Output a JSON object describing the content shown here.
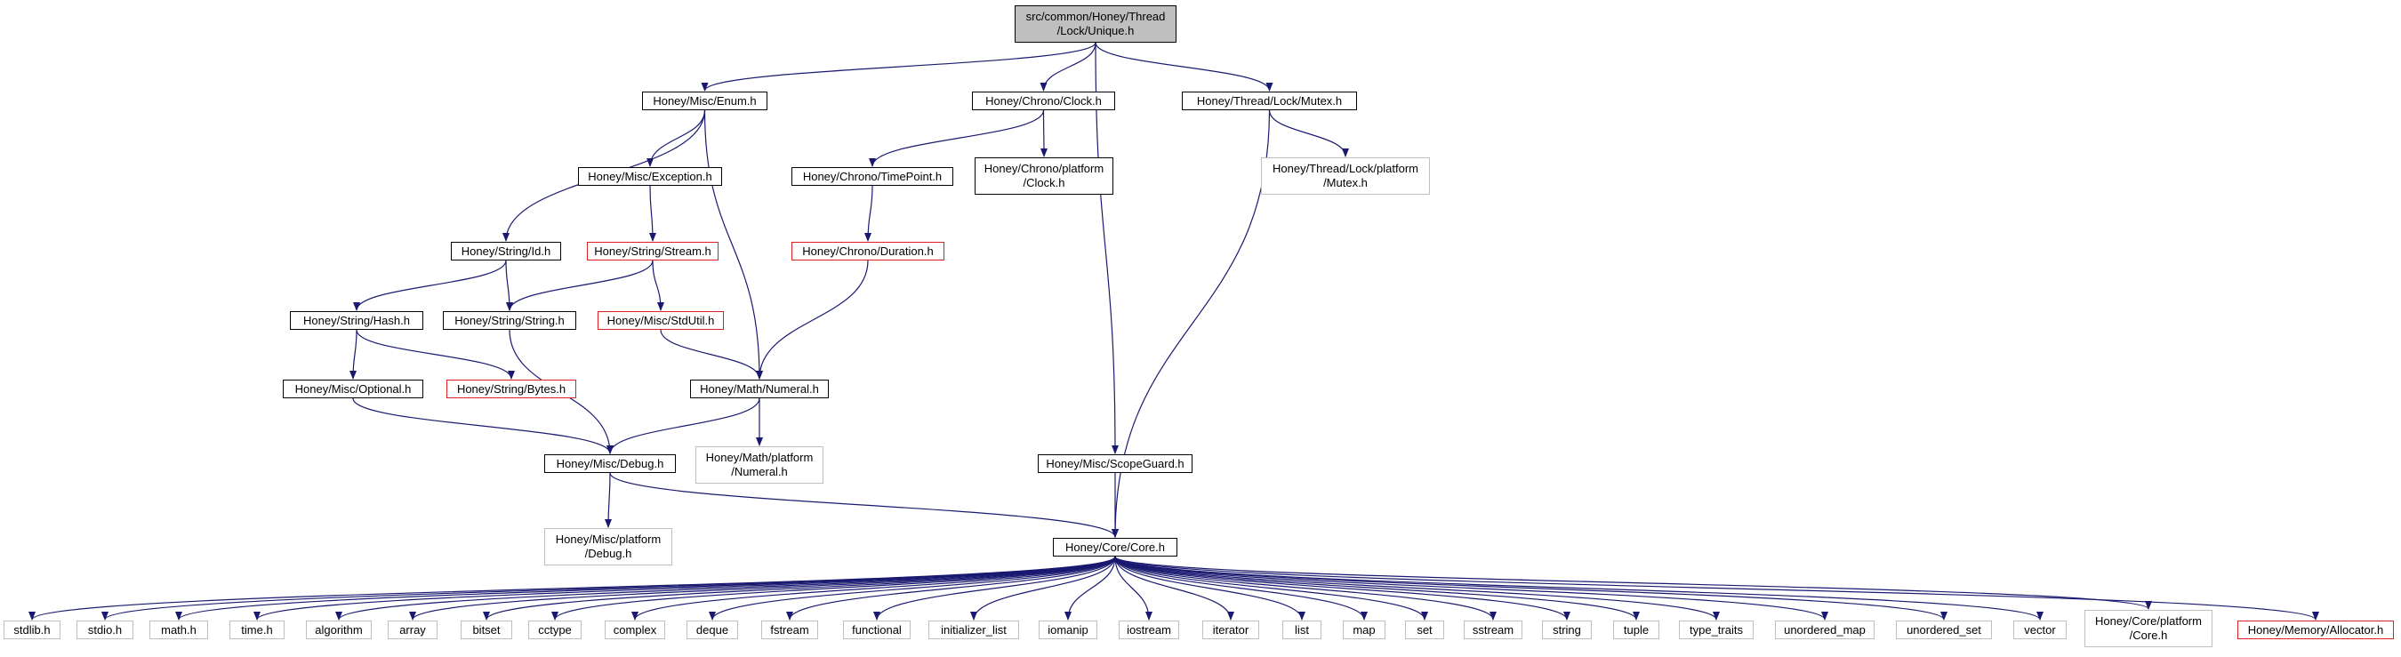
{
  "colors": {
    "edge": "#191970",
    "normal_border": "#000000",
    "red_border": "#e02020",
    "gray_border": "#bfbfbf",
    "root_fill": "#bfbfbf"
  },
  "nodes": {
    "root": {
      "label": "src/common/Honey/Thread\n/Lock/Unique.h",
      "style": "root"
    },
    "misc_enum": {
      "label": "Honey/Misc/Enum.h",
      "style": "normal"
    },
    "chrono_clock": {
      "label": "Honey/Chrono/Clock.h",
      "style": "normal"
    },
    "thread_mutex": {
      "label": "Honey/Thread/Lock/Mutex.h",
      "style": "normal"
    },
    "misc_exception": {
      "label": "Honey/Misc/Exception.h",
      "style": "normal"
    },
    "chrono_timepoint": {
      "label": "Honey/Chrono/TimePoint.h",
      "style": "normal"
    },
    "chrono_platform_clock": {
      "label": "Honey/Chrono/platform\n/Clock.h",
      "style": "normal"
    },
    "thread_platform_mutex": {
      "label": "Honey/Thread/Lock/platform\n/Mutex.h",
      "style": "gray"
    },
    "string_id": {
      "label": "Honey/String/Id.h",
      "style": "normal"
    },
    "string_stream": {
      "label": "Honey/String/Stream.h",
      "style": "red"
    },
    "chrono_duration": {
      "label": "Honey/Chrono/Duration.h",
      "style": "red"
    },
    "string_hash": {
      "label": "Honey/String/Hash.h",
      "style": "normal"
    },
    "string_string": {
      "label": "Honey/String/String.h",
      "style": "normal"
    },
    "misc_stdutil": {
      "label": "Honey/Misc/StdUtil.h",
      "style": "red"
    },
    "misc_optional": {
      "label": "Honey/Misc/Optional.h",
      "style": "normal"
    },
    "string_bytes": {
      "label": "Honey/String/Bytes.h",
      "style": "red"
    },
    "math_numeral": {
      "label": "Honey/Math/Numeral.h",
      "style": "normal"
    },
    "misc_debug": {
      "label": "Honey/Misc/Debug.h",
      "style": "normal"
    },
    "math_platform_numeral": {
      "label": "Honey/Math/platform\n/Numeral.h",
      "style": "gray"
    },
    "misc_scopeguard": {
      "label": "Honey/Misc/ScopeGuard.h",
      "style": "normal"
    },
    "misc_platform_debug": {
      "label": "Honey/Misc/platform\n/Debug.h",
      "style": "gray"
    },
    "core_core": {
      "label": "Honey/Core/Core.h",
      "style": "normal"
    },
    "stdlib_h": {
      "label": "stdlib.h",
      "style": "gray"
    },
    "stdio_h": {
      "label": "stdio.h",
      "style": "gray"
    },
    "math_h": {
      "label": "math.h",
      "style": "gray"
    },
    "time_h": {
      "label": "time.h",
      "style": "gray"
    },
    "algorithm": {
      "label": "algorithm",
      "style": "gray"
    },
    "array": {
      "label": "array",
      "style": "gray"
    },
    "bitset": {
      "label": "bitset",
      "style": "gray"
    },
    "cctype": {
      "label": "cctype",
      "style": "gray"
    },
    "complex": {
      "label": "complex",
      "style": "gray"
    },
    "deque": {
      "label": "deque",
      "style": "gray"
    },
    "fstream": {
      "label": "fstream",
      "style": "gray"
    },
    "functional": {
      "label": "functional",
      "style": "gray"
    },
    "initializer_list": {
      "label": "initializer_list",
      "style": "gray"
    },
    "iomanip": {
      "label": "iomanip",
      "style": "gray"
    },
    "iostream": {
      "label": "iostream",
      "style": "gray"
    },
    "iterator": {
      "label": "iterator",
      "style": "gray"
    },
    "list": {
      "label": "list",
      "style": "gray"
    },
    "map": {
      "label": "map",
      "style": "gray"
    },
    "set": {
      "label": "set",
      "style": "gray"
    },
    "sstream": {
      "label": "sstream",
      "style": "gray"
    },
    "string": {
      "label": "string",
      "style": "gray"
    },
    "tuple": {
      "label": "tuple",
      "style": "gray"
    },
    "type_traits": {
      "label": "type_traits",
      "style": "gray"
    },
    "unordered_map": {
      "label": "unordered_map",
      "style": "gray"
    },
    "unordered_set": {
      "label": "unordered_set",
      "style": "gray"
    },
    "vector": {
      "label": "vector",
      "style": "gray"
    },
    "core_platform_core": {
      "label": "Honey/Core/platform\n/Core.h",
      "style": "gray"
    },
    "memory_allocator": {
      "label": "Honey/Memory/Allocator.h",
      "style": "red"
    }
  },
  "edges": [
    [
      "root",
      "misc_enum"
    ],
    [
      "root",
      "chrono_clock"
    ],
    [
      "root",
      "thread_mutex"
    ],
    [
      "root",
      "misc_scopeguard"
    ],
    [
      "misc_enum",
      "misc_exception"
    ],
    [
      "misc_enum",
      "string_id"
    ],
    [
      "misc_enum",
      "math_numeral"
    ],
    [
      "chrono_clock",
      "chrono_timepoint"
    ],
    [
      "chrono_clock",
      "chrono_platform_clock"
    ],
    [
      "thread_mutex",
      "thread_platform_mutex"
    ],
    [
      "thread_mutex",
      "core_core"
    ],
    [
      "misc_exception",
      "string_stream"
    ],
    [
      "chrono_timepoint",
      "chrono_duration"
    ],
    [
      "string_id",
      "string_hash"
    ],
    [
      "string_id",
      "string_string"
    ],
    [
      "string_stream",
      "string_string"
    ],
    [
      "string_stream",
      "misc_stdutil"
    ],
    [
      "chrono_duration",
      "math_numeral"
    ],
    [
      "string_hash",
      "misc_optional"
    ],
    [
      "string_hash",
      "string_bytes"
    ],
    [
      "string_string",
      "misc_debug"
    ],
    [
      "misc_stdutil",
      "math_numeral"
    ],
    [
      "misc_optional",
      "misc_debug"
    ],
    [
      "math_numeral",
      "misc_debug"
    ],
    [
      "math_numeral",
      "math_platform_numeral"
    ],
    [
      "misc_debug",
      "misc_platform_debug"
    ],
    [
      "misc_debug",
      "core_core"
    ],
    [
      "misc_scopeguard",
      "core_core"
    ],
    [
      "core_core",
      "stdlib_h"
    ],
    [
      "core_core",
      "stdio_h"
    ],
    [
      "core_core",
      "math_h"
    ],
    [
      "core_core",
      "time_h"
    ],
    [
      "core_core",
      "algorithm"
    ],
    [
      "core_core",
      "array"
    ],
    [
      "core_core",
      "bitset"
    ],
    [
      "core_core",
      "cctype"
    ],
    [
      "core_core",
      "complex"
    ],
    [
      "core_core",
      "deque"
    ],
    [
      "core_core",
      "fstream"
    ],
    [
      "core_core",
      "functional"
    ],
    [
      "core_core",
      "initializer_list"
    ],
    [
      "core_core",
      "iomanip"
    ],
    [
      "core_core",
      "iostream"
    ],
    [
      "core_core",
      "iterator"
    ],
    [
      "core_core",
      "list"
    ],
    [
      "core_core",
      "map"
    ],
    [
      "core_core",
      "set"
    ],
    [
      "core_core",
      "sstream"
    ],
    [
      "core_core",
      "string"
    ],
    [
      "core_core",
      "tuple"
    ],
    [
      "core_core",
      "type_traits"
    ],
    [
      "core_core",
      "unordered_map"
    ],
    [
      "core_core",
      "unordered_set"
    ],
    [
      "core_core",
      "vector"
    ],
    [
      "core_core",
      "core_platform_core"
    ],
    [
      "core_core",
      "memory_allocator"
    ]
  ]
}
